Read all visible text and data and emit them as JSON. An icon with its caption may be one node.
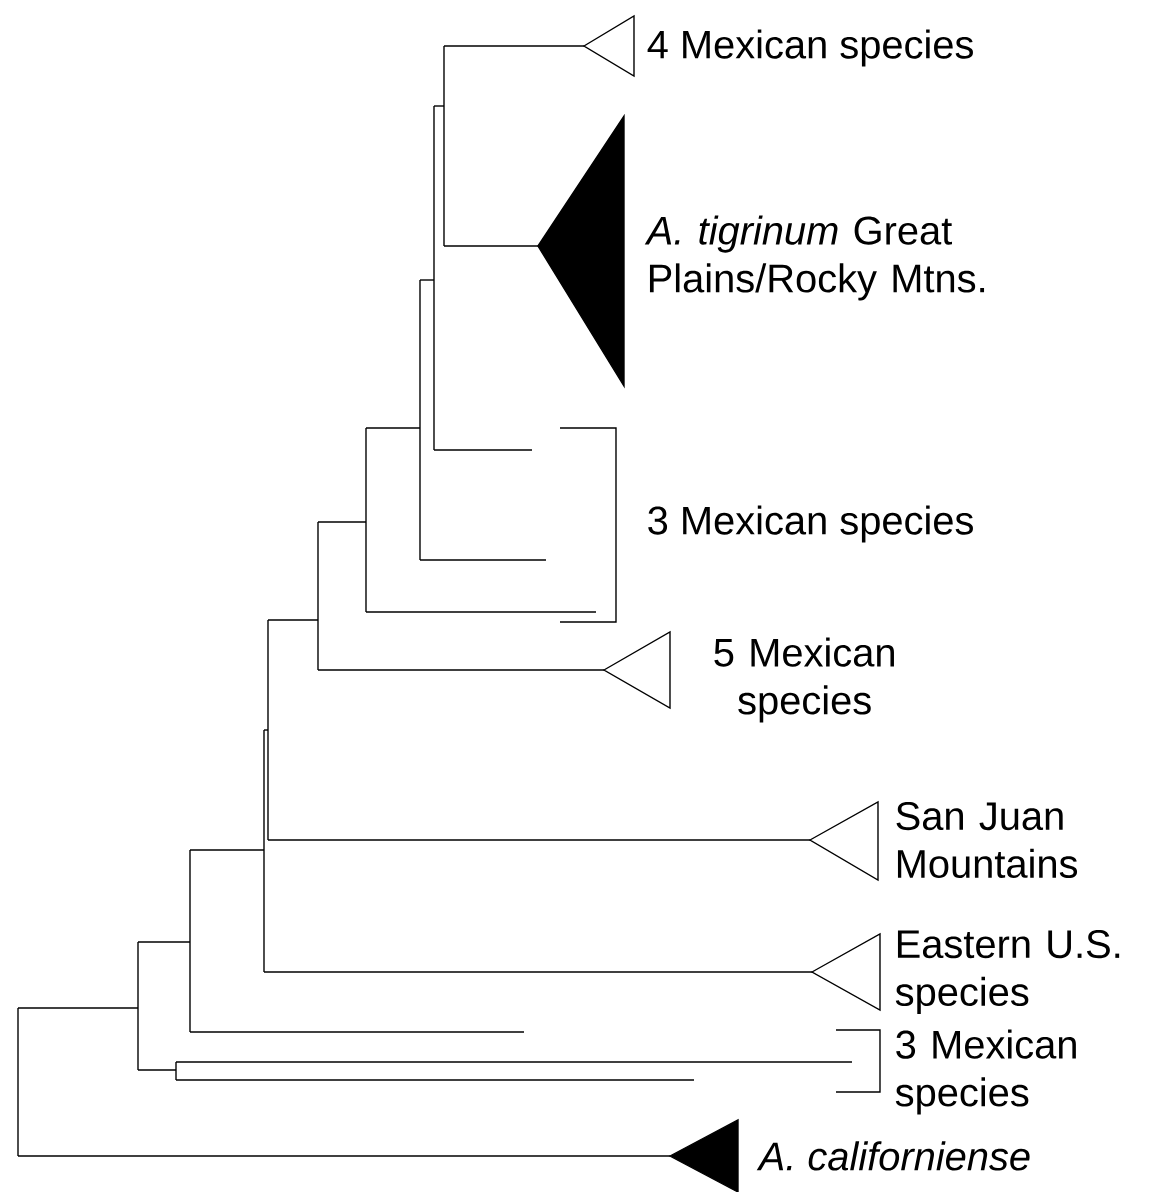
{
  "diagram": {
    "nodes": [
      {
        "text": [
          "4 Mexican species"
        ]
      },
      {
        "text": [
          "*A. tigrinum* Great Plains/Rocky Mtns."
        ]
      },
      {
        "text": [
          "5 Mexican species"
        ]
      },
      {
        "text": [
          "San Juan Mountains"
        ]
      },
      {
        "text": [
          "Eastern U.S. species"
        ]
      },
      {
        "text": [
          "A. californiense"
        ]
      }
    ],
    "labels": [
      "3 Mexican species",
      "3 Mexican species"
    ]
  }
}
